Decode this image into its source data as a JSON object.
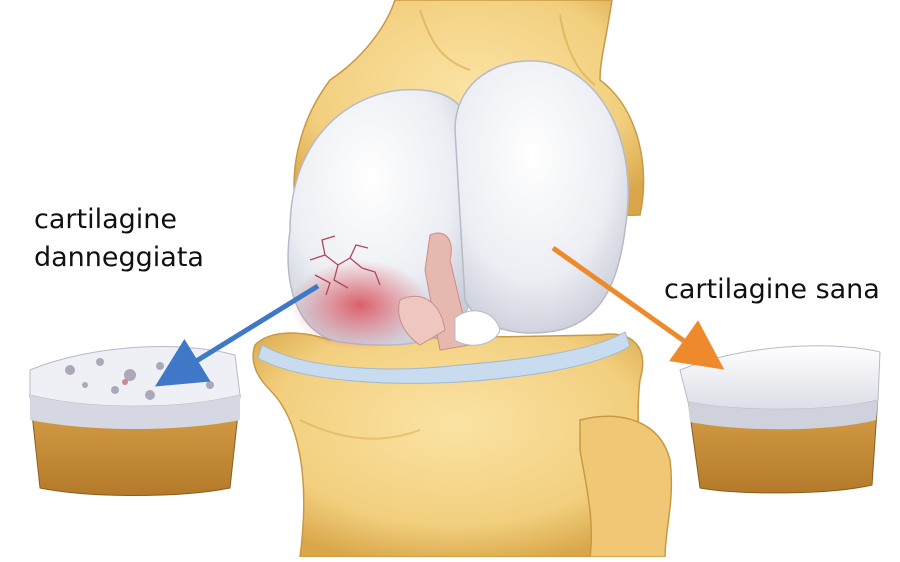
{
  "labels": {
    "damaged_line1": "cartilagine",
    "damaged_line2": "danneggiata",
    "healthy": "cartilagine sana"
  },
  "colors": {
    "background": "#ffffff",
    "bone": "#f2cf7e",
    "bone_shadow": "#d9a74a",
    "cartilage": "#f3f4f8",
    "cartilage_shadow": "#c9ccd8",
    "meniscus": "#c9dcef",
    "ligament": "#e6b8b0",
    "inflamed": "#d9505a",
    "arrow_damaged": "#3f78c6",
    "arrow_healthy": "#ee8a2c"
  },
  "icons": {
    "damaged_sample": "damaged-cartilage-sample-icon",
    "healthy_sample": "healthy-cartilage-sample-icon",
    "knee": "knee-joint-illustration"
  }
}
